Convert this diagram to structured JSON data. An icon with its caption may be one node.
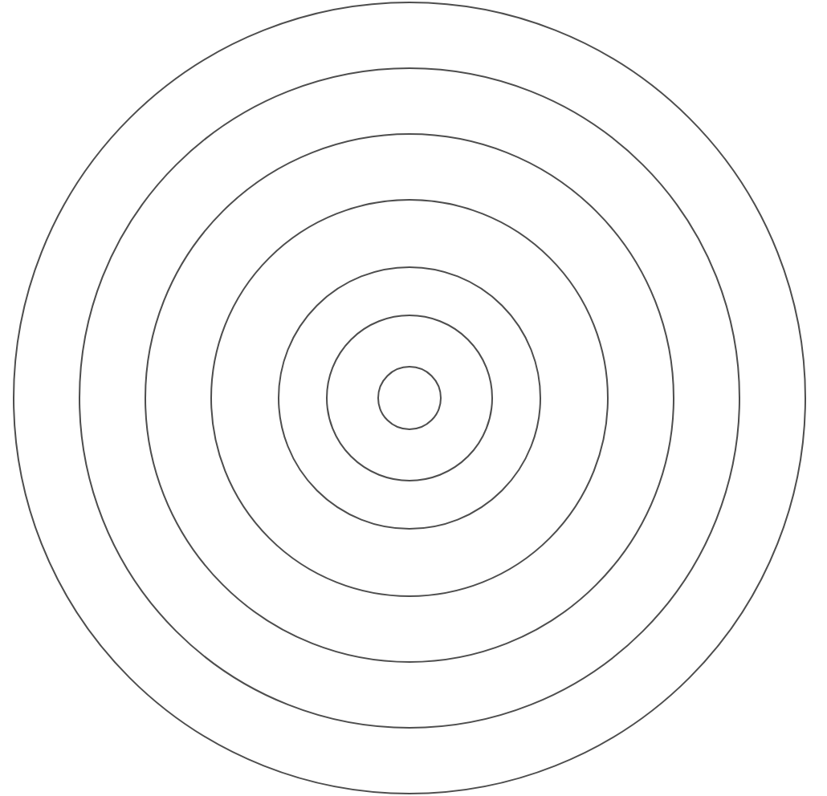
{
  "diagram": {
    "nodes": [
      {
        "text": [],
        "shape": "circle"
      },
      {
        "text": [],
        "shape": "circle",
        "in": 0
      },
      {
        "text": [],
        "shape": "circle",
        "in": 1
      },
      {
        "text": [],
        "shape": "circle",
        "in": 2
      },
      {
        "text": [],
        "shape": "circle",
        "in": 3
      },
      {
        "text": [],
        "shape": "circle",
        "in": 4
      },
      {
        "text": [],
        "shape": "circle",
        "in": 5
      }
    ]
  }
}
